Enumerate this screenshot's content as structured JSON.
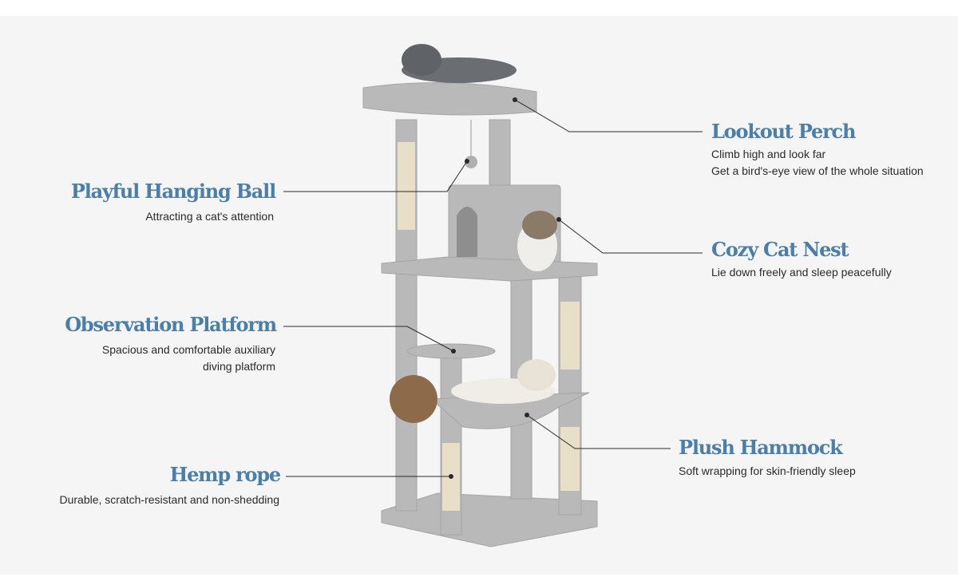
{
  "features": {
    "lookout": {
      "title": "Lookout Perch",
      "lines": [
        "Climb high and look far",
        "Get a bird's-eye view of the whole situation"
      ]
    },
    "ball": {
      "title": "Playful Hanging Ball",
      "lines": [
        "Attracting a cat's attention"
      ]
    },
    "nest": {
      "title": "Cozy Cat Nest",
      "lines": [
        "Lie down freely and sleep peacefully"
      ]
    },
    "platform": {
      "title": "Observation Platform",
      "lines": [
        "Spacious and comfortable auxiliary",
        "diving platform"
      ]
    },
    "hammock": {
      "title": "Plush Hammock",
      "lines": [
        "Soft wrapping for skin-friendly sleep"
      ]
    },
    "rope": {
      "title": "Hemp rope",
      "lines": [
        "Durable, scratch-resistant and non-shedding"
      ]
    }
  },
  "colors": {
    "heading": "#4a7fab",
    "plush": "#bdbdbd",
    "sisal": "#e8dfc8"
  }
}
